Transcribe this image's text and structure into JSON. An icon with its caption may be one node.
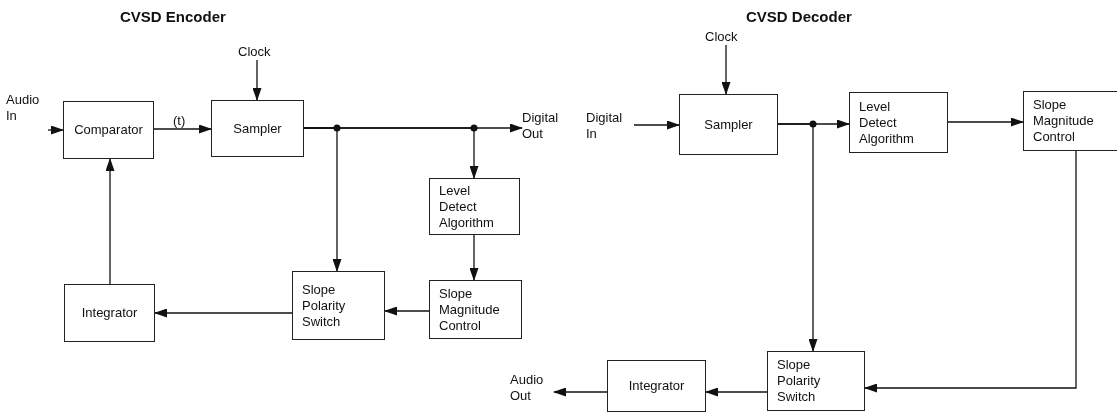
{
  "diagram": {
    "nodes": [
      {
        "text": [
          "Audio In"
        ]
      },
      {
        "text": [
          "Comparator"
        ]
      },
      {
        "text": [
          "Clock"
        ]
      },
      {
        "text": [
          "Sampler"
        ]
      },
      {
        "text": [
          "Digital Out"
        ]
      },
      {
        "text": [
          "Level Detect Algorithm"
        ]
      },
      {
        "text": [
          "Integrator"
        ]
      },
      {
        "text": [
          "Slope Polarity Switch"
        ]
      },
      {
        "text": [
          "Slope Magnitude Control"
        ]
      },
      {
        "text": [
          "Clock"
        ]
      },
      {
        "text": [
          "Digital In"
        ]
      },
      {
        "text": [
          "Sampler"
        ]
      },
      {
        "text": [
          "Level Detect Algorithm"
        ]
      },
      {
        "text": [
          "Slope Magnitude Control"
        ]
      },
      {
        "text": [
          "Audio Out"
        ]
      },
      {
        "text": [
          "Integrator"
        ]
      },
      {
        "text": [
          "Slope Polarity Switch"
        ]
      }
    ],
    "edges": [
      {
        "from": 0,
        "to": 1,
        "arrow": "to"
      },
      {
        "from": 1,
        "to": 3,
        "arrow": "to",
        "label": "(t)"
      },
      {
        "from": 2,
        "to": 3,
        "arrow": "to"
      },
      {
        "from": 3,
        "to": 4,
        "arrow": "to"
      },
      {
        "from": 3,
        "to": 7,
        "arrow": "to"
      },
      {
        "from": 3,
        "to": 5,
        "arrow": "to"
      },
      {
        "from": 5,
        "to": 8,
        "arrow": "to"
      },
      {
        "from": 8,
        "to": 7,
        "arrow": "to"
      },
      {
        "from": 7,
        "to": 6,
        "arrow": "to"
      },
      {
        "from": 6,
        "to": 1,
        "arrow": "to"
      },
      {
        "from": 10,
        "to": 11,
        "arrow": "to"
      },
      {
        "from": 9,
        "to": 11,
        "arrow": "to"
      },
      {
        "from": 11,
        "to": 12,
        "arrow": "to"
      },
      {
        "from": 11,
        "to": 16,
        "arrow": "to"
      },
      {
        "from": 12,
        "to": 13,
        "arrow": "to"
      },
      {
        "from": 13,
        "to": 16,
        "arrow": "to"
      },
      {
        "from": 16,
        "to": 15,
        "arrow": "to"
      },
      {
        "from": 15,
        "to": 14,
        "arrow": "to"
      }
    ],
    "labels": [
      "CVSD Encoder",
      "CVSD Decoder"
    ]
  }
}
